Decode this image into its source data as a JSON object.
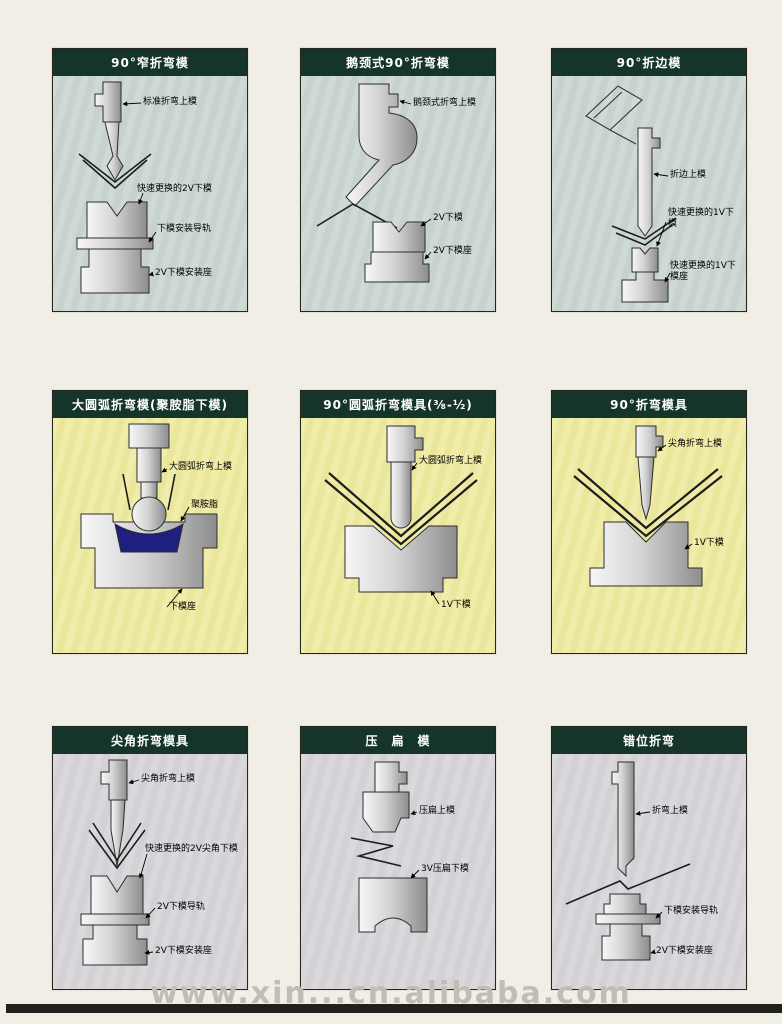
{
  "page": {
    "background": "#f1eee5",
    "watermark": "www.xin...cn.alibaba.com",
    "edge_bar_color": "#20201c"
  },
  "theme": {
    "header_bg": "#16352a",
    "header_text": "#ffffff",
    "row_backgrounds": [
      "#cfdad6",
      "#f0edaa",
      "#dbd8dc"
    ],
    "polyurethane_color": "#1f1f80",
    "metal_light": "#f7f7f7",
    "metal_dark": "#8d8d8d"
  },
  "panels": [
    {
      "id": "narrow-90-bend-die",
      "title": "90°窄折弯模",
      "labels": [
        "标准折弯上模",
        "快速更换的2V下模",
        "下模安装导轨",
        "2V下模安装座"
      ]
    },
    {
      "id": "gooseneck-90-bend-die",
      "title": "鹅颈式90°折弯模",
      "labels": [
        "鹅颈式折弯上模",
        "2V下模",
        "2V下模座"
      ]
    },
    {
      "id": "hemming-90-die",
      "title": "90°折边模",
      "labels": [
        "折边上模",
        "快速更换的1V下模",
        "快速更换的1V下模座"
      ]
    },
    {
      "id": "large-radius-bend-die-pu",
      "title": "大圆弧折弯模(聚胺脂下模)",
      "labels": [
        "大圆弧折弯上模",
        "聚胺脂",
        "下模座"
      ]
    },
    {
      "id": "radius-90-bend-die",
      "title": "90°圆弧折弯模具(⅜-½)",
      "labels": [
        "大圆弧折弯上模",
        "1V下模"
      ]
    },
    {
      "id": "bend-90-die",
      "title": "90°折弯模具",
      "labels": [
        "尖角折弯上模",
        "1V下模"
      ]
    },
    {
      "id": "acute-angle-bend-die",
      "title": "尖角折弯模具",
      "labels": [
        "尖角折弯上模",
        "快速更换的2V尖角下模",
        "2V下模导轨",
        "2V下模安装座"
      ]
    },
    {
      "id": "flattening-die",
      "title": "压　扁　模",
      "labels": [
        "压扁上模",
        "3V压扁下模"
      ]
    },
    {
      "id": "offset-bend-die",
      "title": "错位折弯",
      "labels": [
        "折弯上模",
        "下模安装导轨",
        "2V下模安装座"
      ]
    }
  ]
}
